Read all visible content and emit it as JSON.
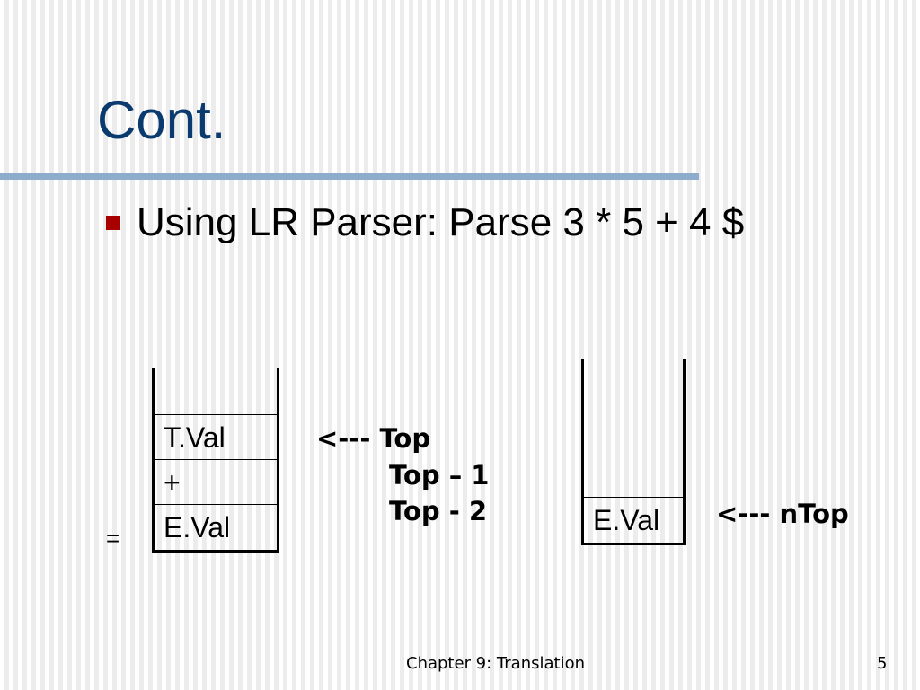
{
  "slide": {
    "title": "Cont.",
    "bullet": "Using LR Parser: Parse 3 * 5 + 4 $",
    "colors": {
      "title": "#0b3a6e",
      "rule": "#8eaccb",
      "bullet_marker": "#a80000"
    }
  },
  "diagram": {
    "left_stack": {
      "cells": [
        "T.Val",
        "+",
        "E.Val"
      ]
    },
    "equals_sign": "=",
    "pointer_labels": {
      "top": "<--- Top",
      "top_minus_1": "Top – 1",
      "top_minus_2": "Top - 2"
    },
    "right_stack": {
      "cells": [
        "E.Val"
      ]
    },
    "ntop_label": "<--- nTop"
  },
  "footer": {
    "chapter": "Chapter 9: Translation",
    "page_number": "5"
  }
}
